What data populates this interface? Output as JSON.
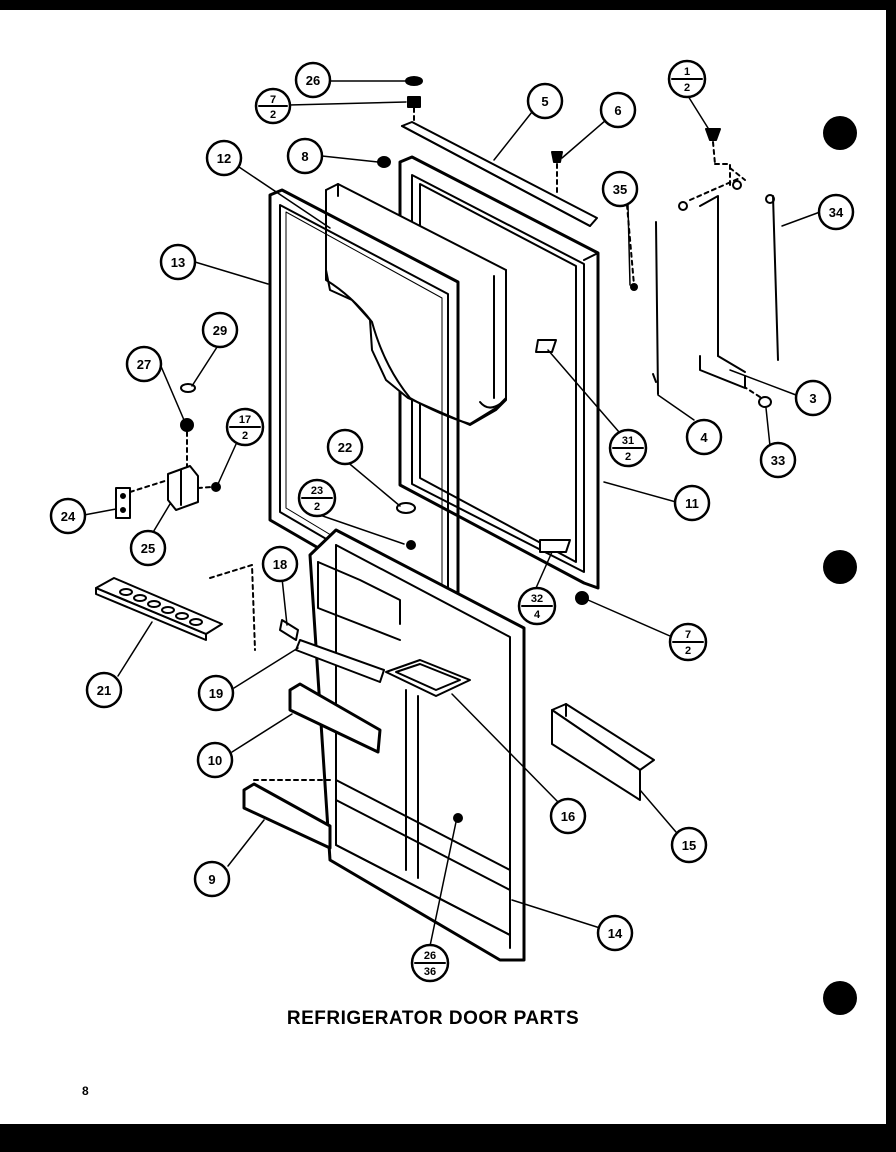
{
  "title": "REFRIGERATOR DOOR PARTS",
  "page_number": "8",
  "callouts": [
    {
      "id": "c26a",
      "label": "26"
    },
    {
      "id": "c7-2a",
      "top": "7",
      "bottom": "2"
    },
    {
      "id": "c8",
      "label": "8"
    },
    {
      "id": "c12",
      "label": "12"
    },
    {
      "id": "c5",
      "label": "5"
    },
    {
      "id": "c6",
      "label": "6"
    },
    {
      "id": "c1-2",
      "top": "1",
      "bottom": "2"
    },
    {
      "id": "c34",
      "label": "34"
    },
    {
      "id": "c35",
      "label": "35"
    },
    {
      "id": "c13",
      "label": "13"
    },
    {
      "id": "c29",
      "label": "29"
    },
    {
      "id": "c27",
      "label": "27"
    },
    {
      "id": "c17-2",
      "top": "17",
      "bottom": "2"
    },
    {
      "id": "c22",
      "label": "22"
    },
    {
      "id": "c31-2",
      "top": "31",
      "bottom": "2"
    },
    {
      "id": "c4",
      "label": "4"
    },
    {
      "id": "c3",
      "label": "3"
    },
    {
      "id": "c33",
      "label": "33"
    },
    {
      "id": "c11",
      "label": "11"
    },
    {
      "id": "c24",
      "label": "24"
    },
    {
      "id": "c23-2",
      "top": "23",
      "bottom": "2"
    },
    {
      "id": "c25",
      "label": "25"
    },
    {
      "id": "c32-4",
      "top": "32",
      "bottom": "4"
    },
    {
      "id": "c18",
      "label": "18"
    },
    {
      "id": "c7-2b",
      "top": "7",
      "bottom": "2"
    },
    {
      "id": "c21",
      "label": "21"
    },
    {
      "id": "c19",
      "label": "19"
    },
    {
      "id": "c10",
      "label": "10"
    },
    {
      "id": "c16",
      "label": "16"
    },
    {
      "id": "c15",
      "label": "15"
    },
    {
      "id": "c9",
      "label": "9"
    },
    {
      "id": "c14",
      "label": "14"
    },
    {
      "id": "c26-36",
      "top": "26",
      "bottom": "36"
    }
  ]
}
